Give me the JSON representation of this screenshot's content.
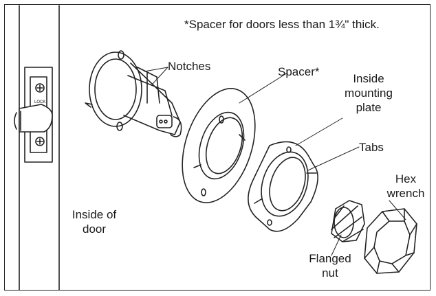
{
  "note": "*Spacer for doors less than 1¾\" thick.",
  "labels": {
    "notches": "Notches",
    "spacer": "Spacer*",
    "inside_mounting_plate": [
      "Inside",
      "mounting",
      "plate"
    ],
    "tabs": "Tabs",
    "hex_wrench": [
      "Hex",
      "wrench"
    ],
    "inside_of_door": [
      "Inside of",
      "door"
    ],
    "flanged_nut": [
      "Flanged",
      "nut"
    ]
  },
  "colors": {
    "line": "#222222",
    "fill": "#ffffff",
    "shade": "#e8e8e8"
  }
}
